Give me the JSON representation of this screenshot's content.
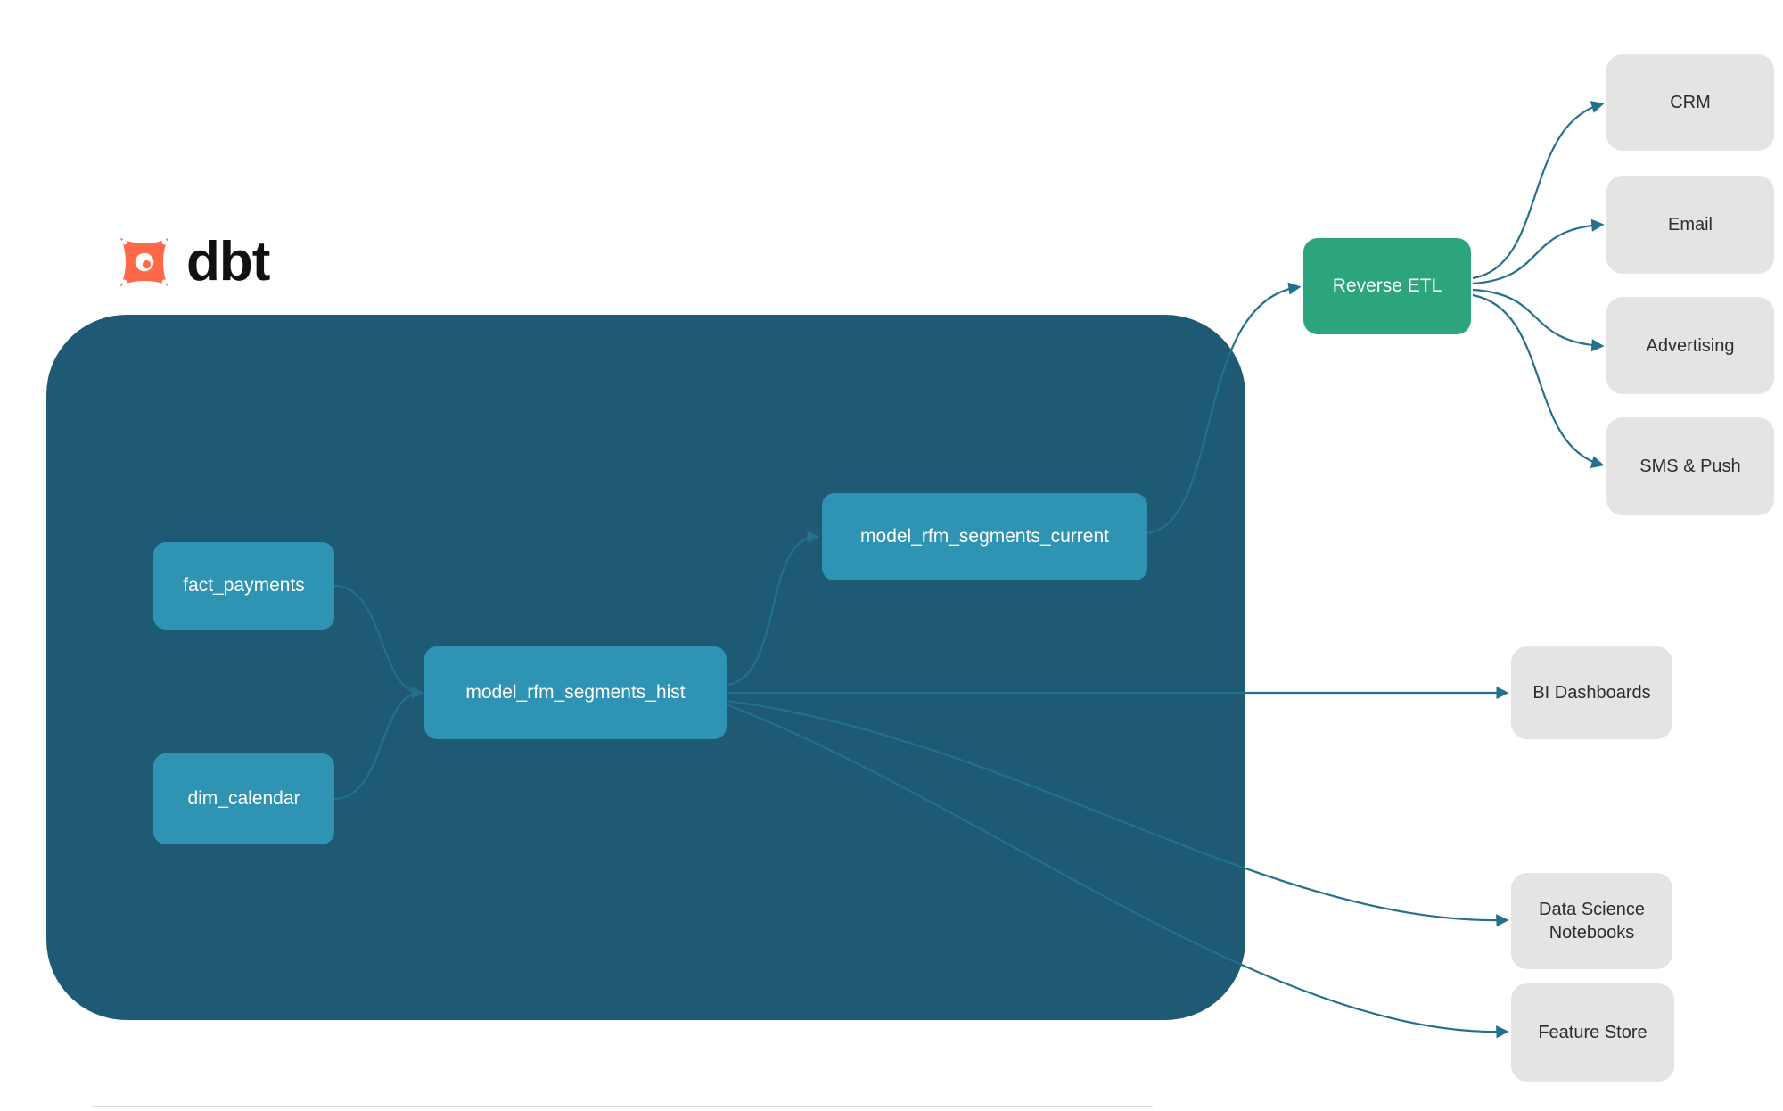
{
  "logo": {
    "brand": "dbt"
  },
  "colors": {
    "container": "#1e5a74",
    "model_node": "#2f94b4",
    "reverse_etl": "#2ca47e",
    "destination_node": "#e4e4e4",
    "edge": "#24708f",
    "logo_orange": "#ff694a"
  },
  "nodes": {
    "fact_payments": {
      "label": "fact_payments"
    },
    "dim_calendar": {
      "label": "dim_calendar"
    },
    "model_rfm_segments_hist": {
      "label": "model_rfm_segments_hist"
    },
    "model_rfm_segments_current": {
      "label": "model_rfm_segments_current"
    },
    "reverse_etl": {
      "label": "Reverse ETL"
    },
    "crm": {
      "label": "CRM"
    },
    "email": {
      "label": "Email"
    },
    "advertising": {
      "label": "Advertising"
    },
    "sms_push": {
      "label": "SMS & Push"
    },
    "bi_dashboards": {
      "label": "BI Dashboards"
    },
    "data_science_notebooks": {
      "label": "Data Science Notebooks"
    },
    "feature_store": {
      "label": "Feature Store"
    }
  },
  "edges": [
    {
      "from": "fact_payments",
      "to": "model_rfm_segments_hist"
    },
    {
      "from": "dim_calendar",
      "to": "model_rfm_segments_hist"
    },
    {
      "from": "model_rfm_segments_hist",
      "to": "model_rfm_segments_current"
    },
    {
      "from": "model_rfm_segments_current",
      "to": "reverse_etl"
    },
    {
      "from": "reverse_etl",
      "to": "crm"
    },
    {
      "from": "reverse_etl",
      "to": "email"
    },
    {
      "from": "reverse_etl",
      "to": "advertising"
    },
    {
      "from": "reverse_etl",
      "to": "sms_push"
    },
    {
      "from": "model_rfm_segments_hist",
      "to": "bi_dashboards"
    },
    {
      "from": "model_rfm_segments_hist",
      "to": "data_science_notebooks"
    },
    {
      "from": "model_rfm_segments_hist",
      "to": "feature_store"
    }
  ]
}
